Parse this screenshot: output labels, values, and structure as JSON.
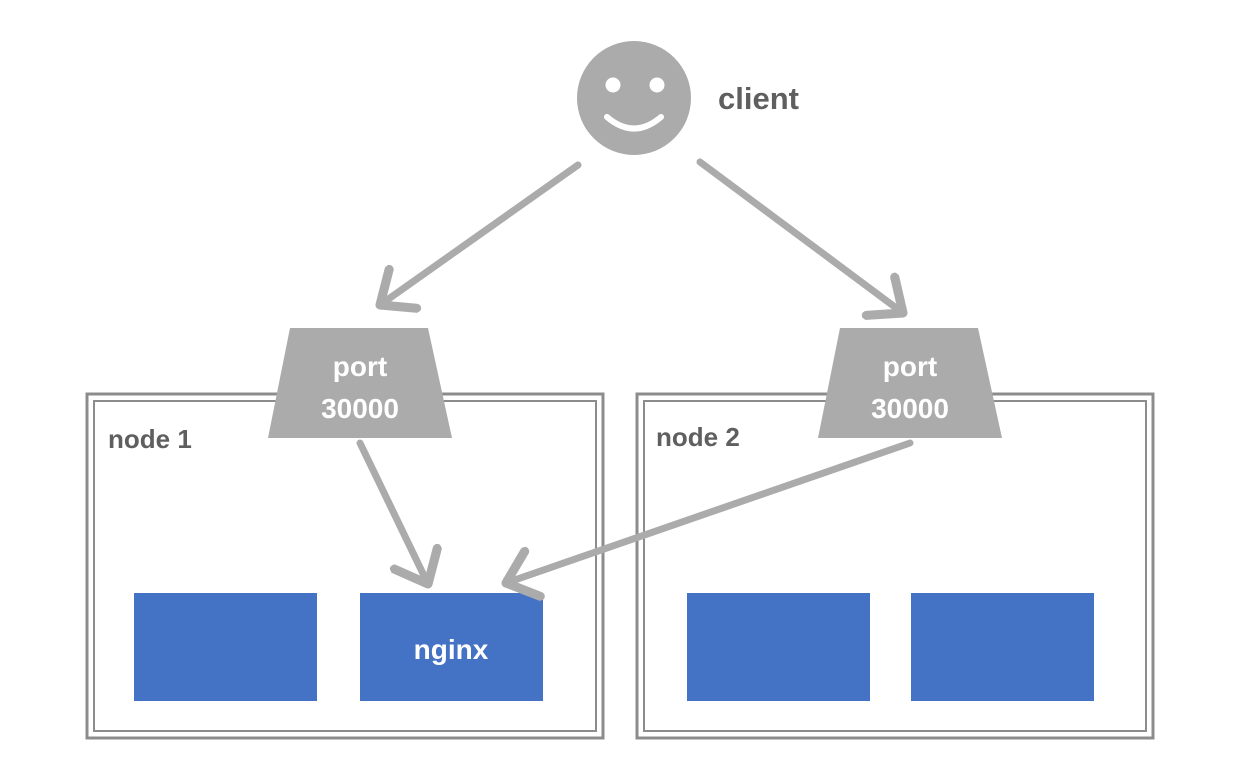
{
  "client": {
    "label": "client",
    "icon": "smiley-face-icon"
  },
  "nodes": [
    {
      "label": "node 1",
      "port": {
        "line1": "port",
        "line2": "30000"
      },
      "pods": [
        "",
        "nginx"
      ]
    },
    {
      "label": "node 2",
      "port": {
        "line1": "port",
        "line2": "30000"
      },
      "pods": [
        "",
        ""
      ]
    }
  ],
  "colors": {
    "gray": "#ababab",
    "text_dark": "#5f5f5f",
    "pod_blue": "#4472c4",
    "border": "#8c8c8c"
  }
}
